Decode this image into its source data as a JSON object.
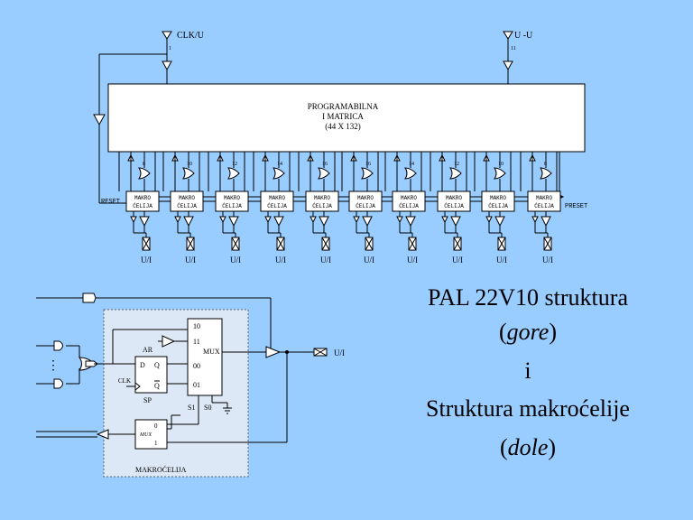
{
  "top": {
    "clk_pin_label": "CLK/U",
    "clk_pin_num": "1",
    "io_pin_label": "U -U",
    "io_pin_num": "11",
    "matrix_lines": [
      "PROGRAMABILNA",
      "I MATRICA",
      "(44 X 132)"
    ],
    "preset_left": "RESET",
    "preset_right": "PRESET",
    "macrocell_text": [
      "MAKRO",
      "ĆELIJA"
    ],
    "or_terms": [
      "8",
      "10",
      "12",
      "14",
      "16",
      "16",
      "14",
      "12",
      "10",
      "8"
    ],
    "io_labels": [
      "U/I",
      "U/I",
      "U/I",
      "U/I",
      "U/I",
      "U/I",
      "U/I",
      "U/I",
      "U/I",
      "U/I"
    ]
  },
  "bottom": {
    "ar": "AR",
    "sp": "SP",
    "d": "D",
    "q": "Q",
    "qn": "Q",
    "clk": "CLK",
    "mux": "MUX",
    "mux_inputs": [
      "10",
      "11",
      "00",
      "01"
    ],
    "s1": "S1",
    "s0": "S0",
    "mux2": "MUX",
    "mux2_inputs": [
      "0",
      "1"
    ],
    "output_label": "U/I",
    "box_label": "MAKROĆELIJA"
  },
  "caption": {
    "line1": "PAL 22V10 struktura",
    "line2_italic": "gore",
    "line3": "i",
    "line4": "Struktura makroćelije",
    "line5_italic": "dole"
  }
}
